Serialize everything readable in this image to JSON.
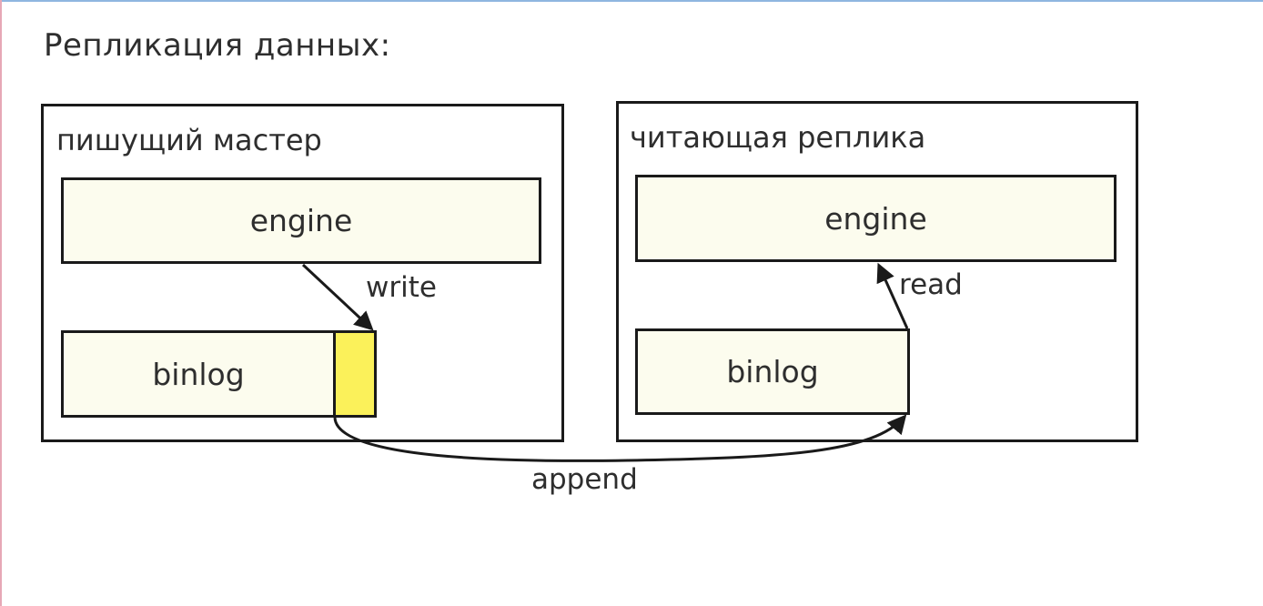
{
  "slide": {
    "title": "Репликация данных:"
  },
  "master": {
    "title": "пишущий мастер",
    "engine_label": "engine",
    "binlog_label": "binlog"
  },
  "replica": {
    "title": "читающая реплика",
    "engine_label": "engine",
    "binlog_label": "binlog"
  },
  "edges": {
    "write_label": "write",
    "read_label": "read",
    "append_label": "append"
  },
  "colors": {
    "block_fill": "#fcfcee",
    "new_entry_fill": "#fbf15a",
    "stroke": "#1a1a1a"
  }
}
